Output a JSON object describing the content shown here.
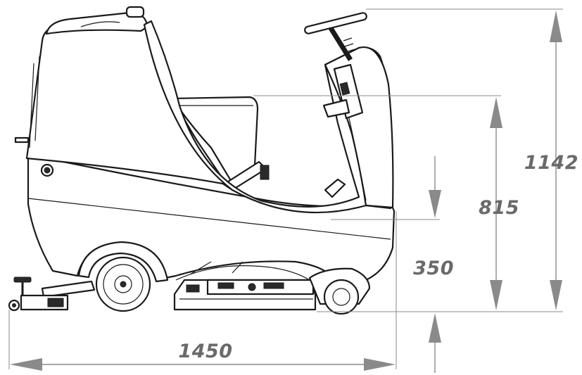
{
  "dimensions": {
    "length": "1450",
    "total_height": "1142",
    "seat_height": "815",
    "deck_height": "350"
  },
  "colors": {
    "dimension": "#8a8a8a",
    "label": "#6a6a6a",
    "outline": "#1a1a1a"
  }
}
